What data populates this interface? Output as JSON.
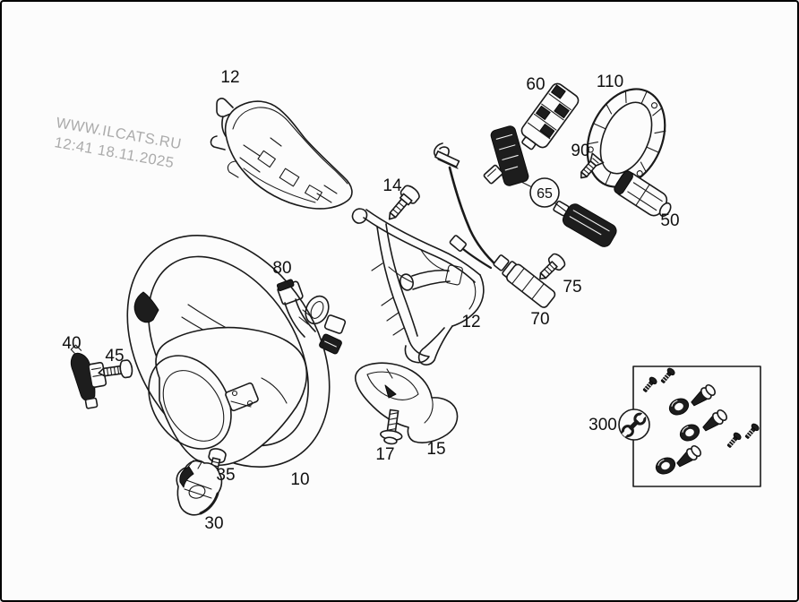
{
  "watermark": {
    "line1": "WWW.ILCATS.RU",
    "line2": "12:41 18.11.2025"
  },
  "diagram": {
    "type": "exploded-parts-line-drawing",
    "part_labels": {
      "upper_cover": "12",
      "frame": "12",
      "screw14": "14",
      "switch60": "60",
      "ring110": "110",
      "screw90": "90",
      "switch50": "50",
      "callout65": "65",
      "switch80": "80",
      "screw75": "75",
      "harness70": "70",
      "bracket40": "40",
      "screw45": "45",
      "wheel10": "10",
      "screw35": "35",
      "cover30": "30",
      "screw17": "17",
      "cover15": "15",
      "kit300": "300"
    }
  },
  "icons": {
    "repair_kit": "wrench-icon"
  },
  "colors": {
    "line": "#1a1a1a",
    "watermark": "#ababab",
    "background": "#fcfcfc",
    "border": "#000000"
  }
}
